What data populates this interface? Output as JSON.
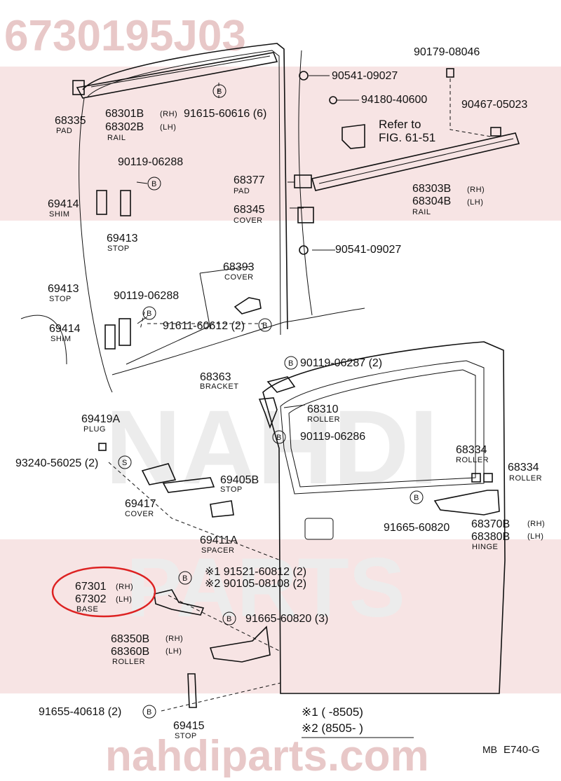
{
  "watermark": {
    "part_code": "6730195J03",
    "site": "nahdiparts.com",
    "grey_text_1": "NAHDI",
    "grey_text_2": "PARTS",
    "colors": {
      "red": "#e8c8c8",
      "grey": "#ececec"
    }
  },
  "labels": {
    "l1": "68335",
    "l1s": "PAD",
    "l2": "68301B",
    "l2a": "(RH)",
    "l3": "68302B",
    "l3a": "(LH)",
    "l3s": "RAIL",
    "l4": "91615-60616 (6)",
    "l5": "90541-09027",
    "l6": "90179-08046",
    "l7": "94180-40600",
    "l8": "Refer to",
    "l8b": "FIG. 61-51",
    "l9": "90467-05023",
    "l10": "90119-06288",
    "l11": "68377",
    "l11s": "PAD",
    "l12": "68303B",
    "l12a": "(RH)",
    "l13": "68304B",
    "l13a": "(LH)",
    "l13s": "RAIL",
    "l14": "69414",
    "l14s": "SHIM",
    "l15": "68345",
    "l15s": "COVER",
    "l16": "69413",
    "l16s": "STOP",
    "l17": "90541-09027",
    "l18": "68393",
    "l18s": "COVER",
    "l19": "69413",
    "l19s": "STOP",
    "l20": "90119-06288",
    "l21": "69414",
    "l21s": "SHIM",
    "l22": "91611-60612 (2)",
    "l23": "90119-06287 (2)",
    "l24": "68363",
    "l24s": "BRACKET",
    "l25": "68310",
    "l25s": "ROLLER",
    "l26": "69419A",
    "l26s": "PLUG",
    "l27": "90119-06286",
    "l28": "68334",
    "l28s": "ROLLER",
    "l29": "68334",
    "l29s": "ROLLER",
    "l30": "93240-56025 (2)",
    "l31": "69405B",
    "l31s": "STOP",
    "l32": "69417",
    "l32s": "COVER",
    "l33": "91665-60820",
    "l34": "68370B",
    "l34a": "(RH)",
    "l35": "68380B",
    "l35a": "(LH)",
    "l35s": "HINGE",
    "l36": "69411A",
    "l36s": "SPACER",
    "l37": "※1 91521-60812 (2)",
    "l38": "※2 90105-08108 (2)",
    "l39": "67301",
    "l39a": "(RH)",
    "l40": "67302",
    "l40a": "(LH)",
    "l40s": "BASE",
    "l41": "91665-60820 (3)",
    "l42": "68350B",
    "l42a": "(RH)",
    "l43": "68360B",
    "l43a": "(LH)",
    "l43s": "ROLLER",
    "l44": "91655-40618 (2)",
    "l45": "69415",
    "l45s": "STOP",
    "fn1": "※1 (      -8505)",
    "fn2": "※2 (8505-      )",
    "footer_left": "MB",
    "footer_right": "E740-G"
  },
  "symbols": {
    "b": "B",
    "s": "S"
  }
}
